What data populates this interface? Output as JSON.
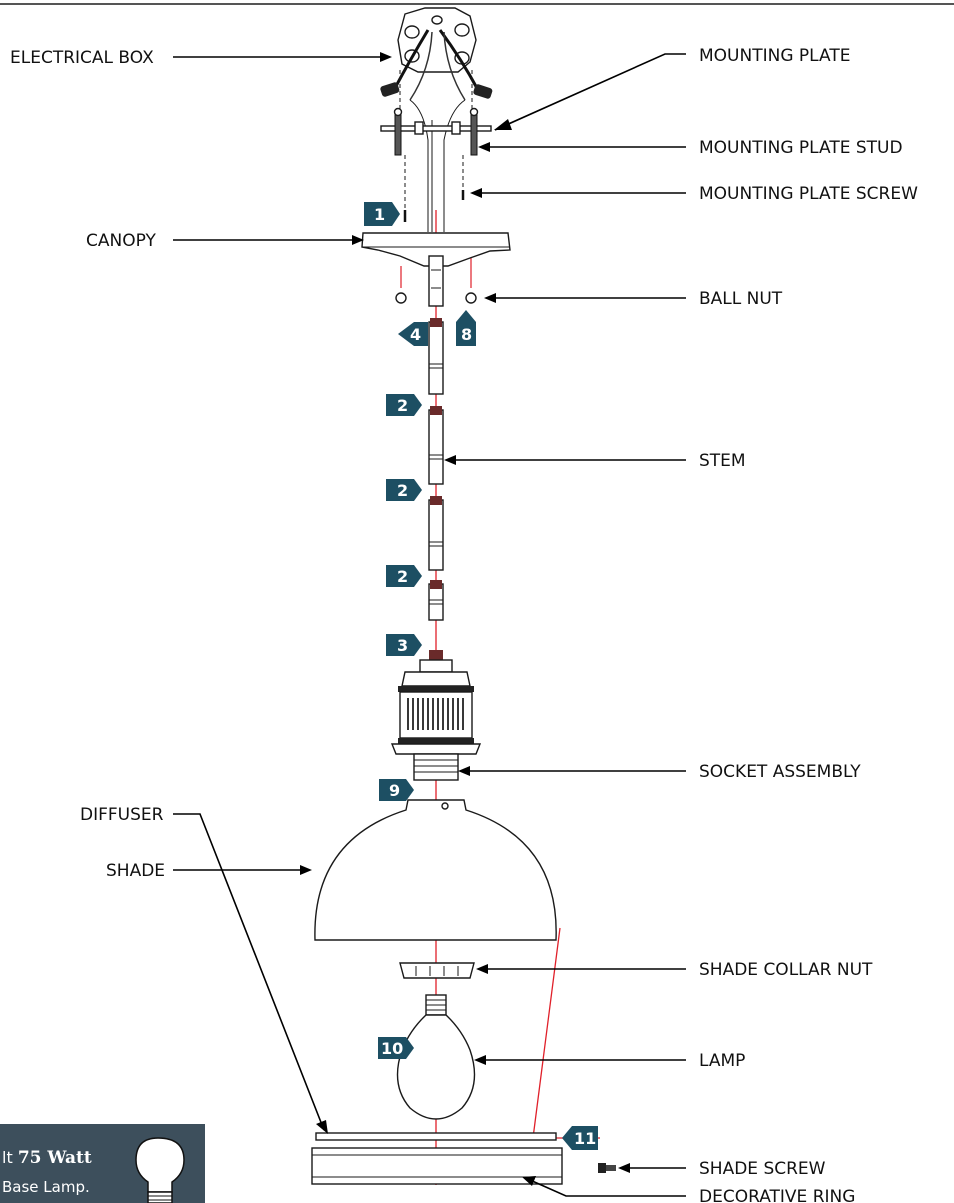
{
  "labels": {
    "electrical_box": "ELECTRICAL BOX",
    "mounting_plate": "MOUNTING PLATE",
    "mounting_plate_stud": "MOUNTING PLATE STUD",
    "mounting_plate_screw": "MOUNTING PLATE SCREW",
    "canopy": "CANOPY",
    "ball_nut": "BALL NUT",
    "stem": "STEM",
    "socket_assembly": "SOCKET ASSEMBLY",
    "shade": "SHADE",
    "shade_collar_nut": "SHADE COLLAR NUT",
    "diffuser": "DIFFUSER",
    "lamp": "LAMP",
    "shade_screw": "SHADE SCREW",
    "decorative_ring": "DECORATIVE RING"
  },
  "steps": {
    "s1": "1",
    "s4": "4",
    "s8": "8",
    "s2a": "2",
    "s2b": "2",
    "s2c": "2",
    "s3": "3",
    "s9": "9",
    "s10": "10",
    "s11": "11"
  },
  "note": {
    "prefix": "lt ",
    "bold": "75 Watt",
    "line2": "Base Lamp."
  },
  "colors": {
    "badge": "#1d4f63",
    "note_bg": "#3d4f5c",
    "axis": "#e0202a"
  }
}
